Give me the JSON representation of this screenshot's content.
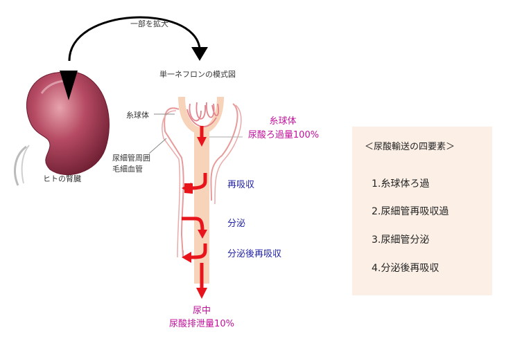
{
  "top_caption": "一部を拡大",
  "model_title": "単一ネフロンの模式図",
  "kidney_caption": "ヒトの腎臓",
  "labels": {
    "glomerulus": "糸球体",
    "capillary_line1": "尿細管周囲",
    "capillary_line2": "毛細血管",
    "reabsorption": "再吸収",
    "secretion": "分泌",
    "post_secretion": "分泌後再吸収"
  },
  "filtration": {
    "line1": "糸球体",
    "line2": "尿酸ろ過量100%"
  },
  "urine": {
    "line1": "尿中",
    "line2": "尿酸排泄量10%"
  },
  "panel": {
    "title": "＜尿酸輸送の四要素＞",
    "items": [
      "1.糸球体ろ過",
      "2.尿細管再吸収過",
      "3.尿細管分泌",
      "4.分泌後再吸収"
    ]
  },
  "colors": {
    "flow_arrow": "#e8141c",
    "label_blue": "#1f1fa8",
    "label_magenta": "#c0119a",
    "tubule": "#f7d3ba",
    "vessel": "#e89a9a",
    "kidney": "#b0455e",
    "panel_bg": "#fbefe6"
  }
}
